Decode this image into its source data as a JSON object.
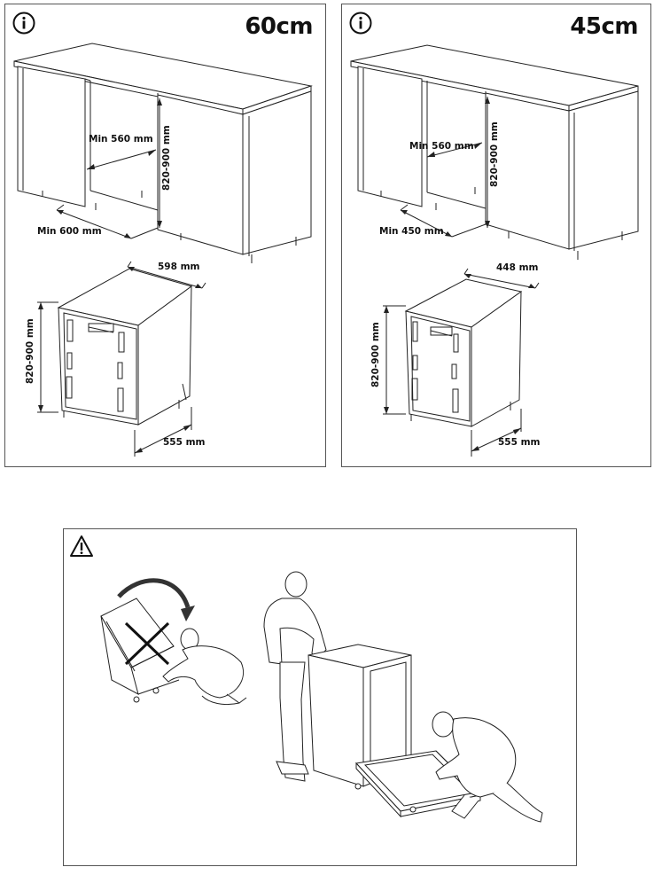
{
  "panels": {
    "p60": {
      "icon": "info-icon",
      "title": "60cm",
      "labels": {
        "niche_width": "Min 560 mm",
        "niche_height": "820-900 mm",
        "depth": "Min 600 mm",
        "appliance_width": "598 mm",
        "appliance_height": "820-900 mm",
        "appliance_depth": "555 mm"
      }
    },
    "p45": {
      "icon": "info-icon",
      "title": "45cm",
      "labels": {
        "niche_width": "Min 560 mm",
        "niche_height": "820-900 mm",
        "depth": "Min 450 mm",
        "appliance_width": "448 mm",
        "appliance_height": "820-900 mm",
        "appliance_depth": "555 mm"
      }
    },
    "warning": {
      "icon": "warning-triangle-icon"
    }
  }
}
